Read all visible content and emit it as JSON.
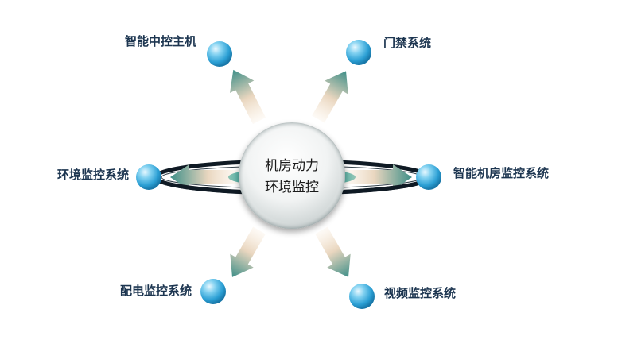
{
  "center": {
    "line1": "机房动力",
    "line2": "环境监控"
  },
  "nodes": [
    {
      "id": "smart-control-host",
      "label": "智能中控主机"
    },
    {
      "id": "access-control-system",
      "label": "门禁系统"
    },
    {
      "id": "environment-monitoring-system",
      "label": "环境监控系统"
    },
    {
      "id": "smart-room-monitoring-system",
      "label": "智能机房监控系统"
    },
    {
      "id": "power-distribution-monitoring-system",
      "label": "配电监控系统"
    },
    {
      "id": "video-monitoring-system",
      "label": "视频监控系统"
    }
  ],
  "colors": {
    "node_fill": "#3aa8d8",
    "arrow_head": "#5a9a92",
    "arrow_tail": "#f2dcc0",
    "ring": "#101820",
    "center_glow": "#2aa89c",
    "label": "#1c3550"
  }
}
